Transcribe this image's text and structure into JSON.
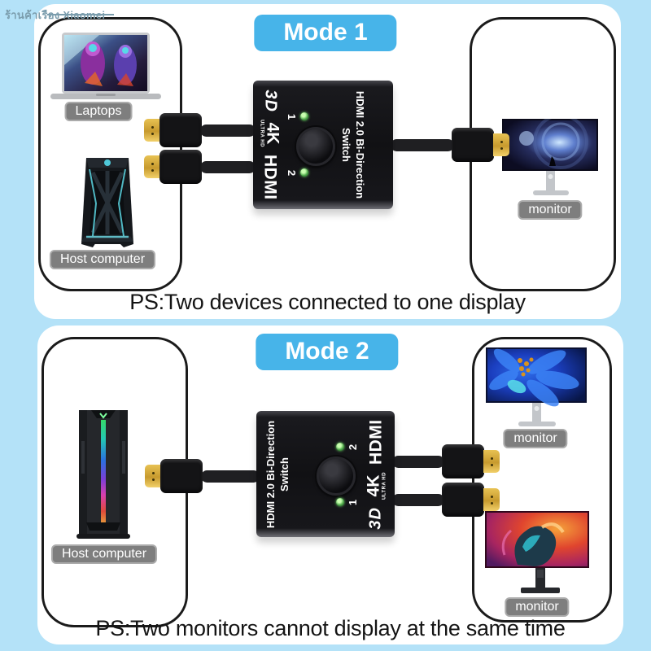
{
  "watermark": "ร้านค้าเรือง Xiaomei",
  "colors": {
    "background": "#b4e2f8",
    "accent_blue": "#47b4e9",
    "label_gray": "#7e7e7e",
    "led_green": "#49a546",
    "connector_gold": "#d9ab3c",
    "switch_black": "#131316"
  },
  "switch_device": {
    "badge_3d": "3D",
    "badge_4k": "4K",
    "badge_ultrahd": "ULTRA HD",
    "badge_hdmi": "HDMI",
    "title_line1": "HDMI 2.0 Bi-Direction",
    "title_line2": "Switch",
    "port1": "1",
    "port2": "2"
  },
  "mode1": {
    "title": "Mode 1",
    "laptop_label": "Laptops",
    "host_label": "Host computer",
    "monitor_label": "monitor",
    "caption": "PS:Two devices connected to one display"
  },
  "mode2": {
    "title": "Mode 2",
    "host_label": "Host computer",
    "monitor_top_label": "monitor",
    "monitor_bottom_label": "monitor",
    "caption": "PS:Two monitors cannot display at the same time"
  }
}
